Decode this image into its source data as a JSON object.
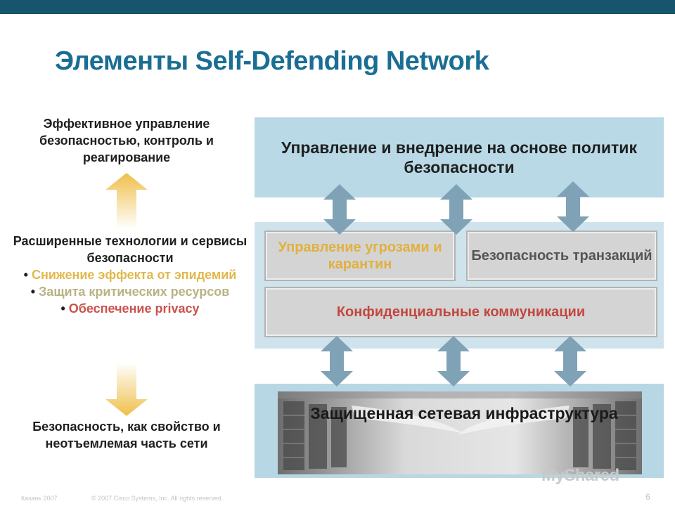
{
  "title": "Элементы Self-Defending Network",
  "left": {
    "top_text": "Эффективное управление безопасностью, контроль и реагирование",
    "mid_heading": "Расширенные технологии и сервисы безопасности",
    "bullets": [
      {
        "text": "Снижение эффекта от эпидемий",
        "color": "#e2b84c"
      },
      {
        "text": "Защита критических ресурсов",
        "color": "#b9b383"
      },
      {
        "text": "Обеспечение privacy",
        "color": "#c9534d"
      }
    ],
    "bullet_glyph": "•",
    "bottom_text": "Безопасность, как свойство и неотъемлемая часть сети"
  },
  "diagram": {
    "top_band": "Управление и внедрение на основе политик безопасности",
    "threat_box": "Управление угрозами и карантин",
    "transaction_box": "Безопасность транзакций",
    "confidential_box": "Конфиденциальные коммуникации",
    "infrastructure": "Защищенная сетевая инфраструктура"
  },
  "colors": {
    "header_bar": "#17546d",
    "title": "#1a6e93",
    "band_light": "#cfe3ec",
    "arrow_blue": "#7fa2b7",
    "arrow_gold": "#efbf4a"
  },
  "footer": {
    "left": "Казань 2007",
    "center": "© 2007 Cisco Systems, Inc. All rights reserved.",
    "page": "6"
  },
  "watermark": "MyShared"
}
